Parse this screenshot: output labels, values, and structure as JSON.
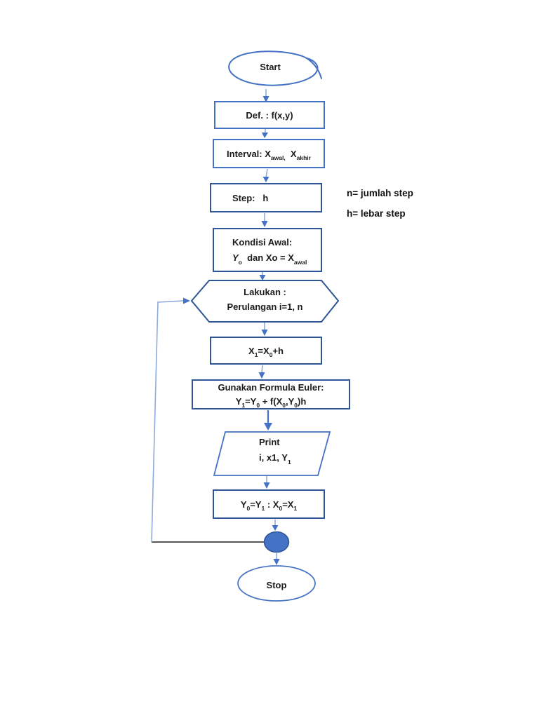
{
  "flowchart": {
    "start": {
      "label": "Start"
    },
    "def_box": {
      "label": "Def. : f(x,y)"
    },
    "interval_box": {
      "base1": "Interval: X",
      "sub1": "awal,",
      "base2": "  X",
      "sub2": "akhir"
    },
    "step_box": {
      "label": "Step:   h"
    },
    "kondisi_box": {
      "line1": "Kondisi Awal:",
      "y_base": "Y",
      "y_sub": "o",
      "mid": "  dan Xo = X",
      "x_sub": "awal"
    },
    "loop_hexagon": {
      "line1": "Lakukan :",
      "line2": "Perulangan i=1, n"
    },
    "x_step_box": {
      "b1": "X",
      "s1": "1",
      "b2": "=X",
      "s2": "0",
      "b3": "+h"
    },
    "euler_box": {
      "line1": "Gunakan Formula Euler:",
      "b1": "Y",
      "s1": "1",
      "b2": "=Y",
      "s2": "0",
      "b3": " + f(X",
      "s3": "0",
      "b4": ",Y",
      "s4": "0",
      "b5": ")h"
    },
    "print_shape": {
      "line1": "Print",
      "b1": "i, x1, Y",
      "s1": "1"
    },
    "assign_box": {
      "b1": "Y",
      "s1": "0",
      "b2": "=Y",
      "s2": "1",
      "b3": " : X",
      "s3": "0",
      "b4": "=X",
      "s4": "1"
    },
    "stop": {
      "label": "Stop"
    }
  },
  "annotations": {
    "note1": "n= jumlah step",
    "note2": "h= lebar step"
  },
  "colors": {
    "shape_border": "#4472c4",
    "shape_border_dark": "#2f5597",
    "arrow_stem": "#8faadc",
    "arrow_head": "#4472c4",
    "connector_fill": "#4472c4",
    "loop_line": "#3f3f3f",
    "background": "#ffffff",
    "text": "#1b1b1b"
  }
}
